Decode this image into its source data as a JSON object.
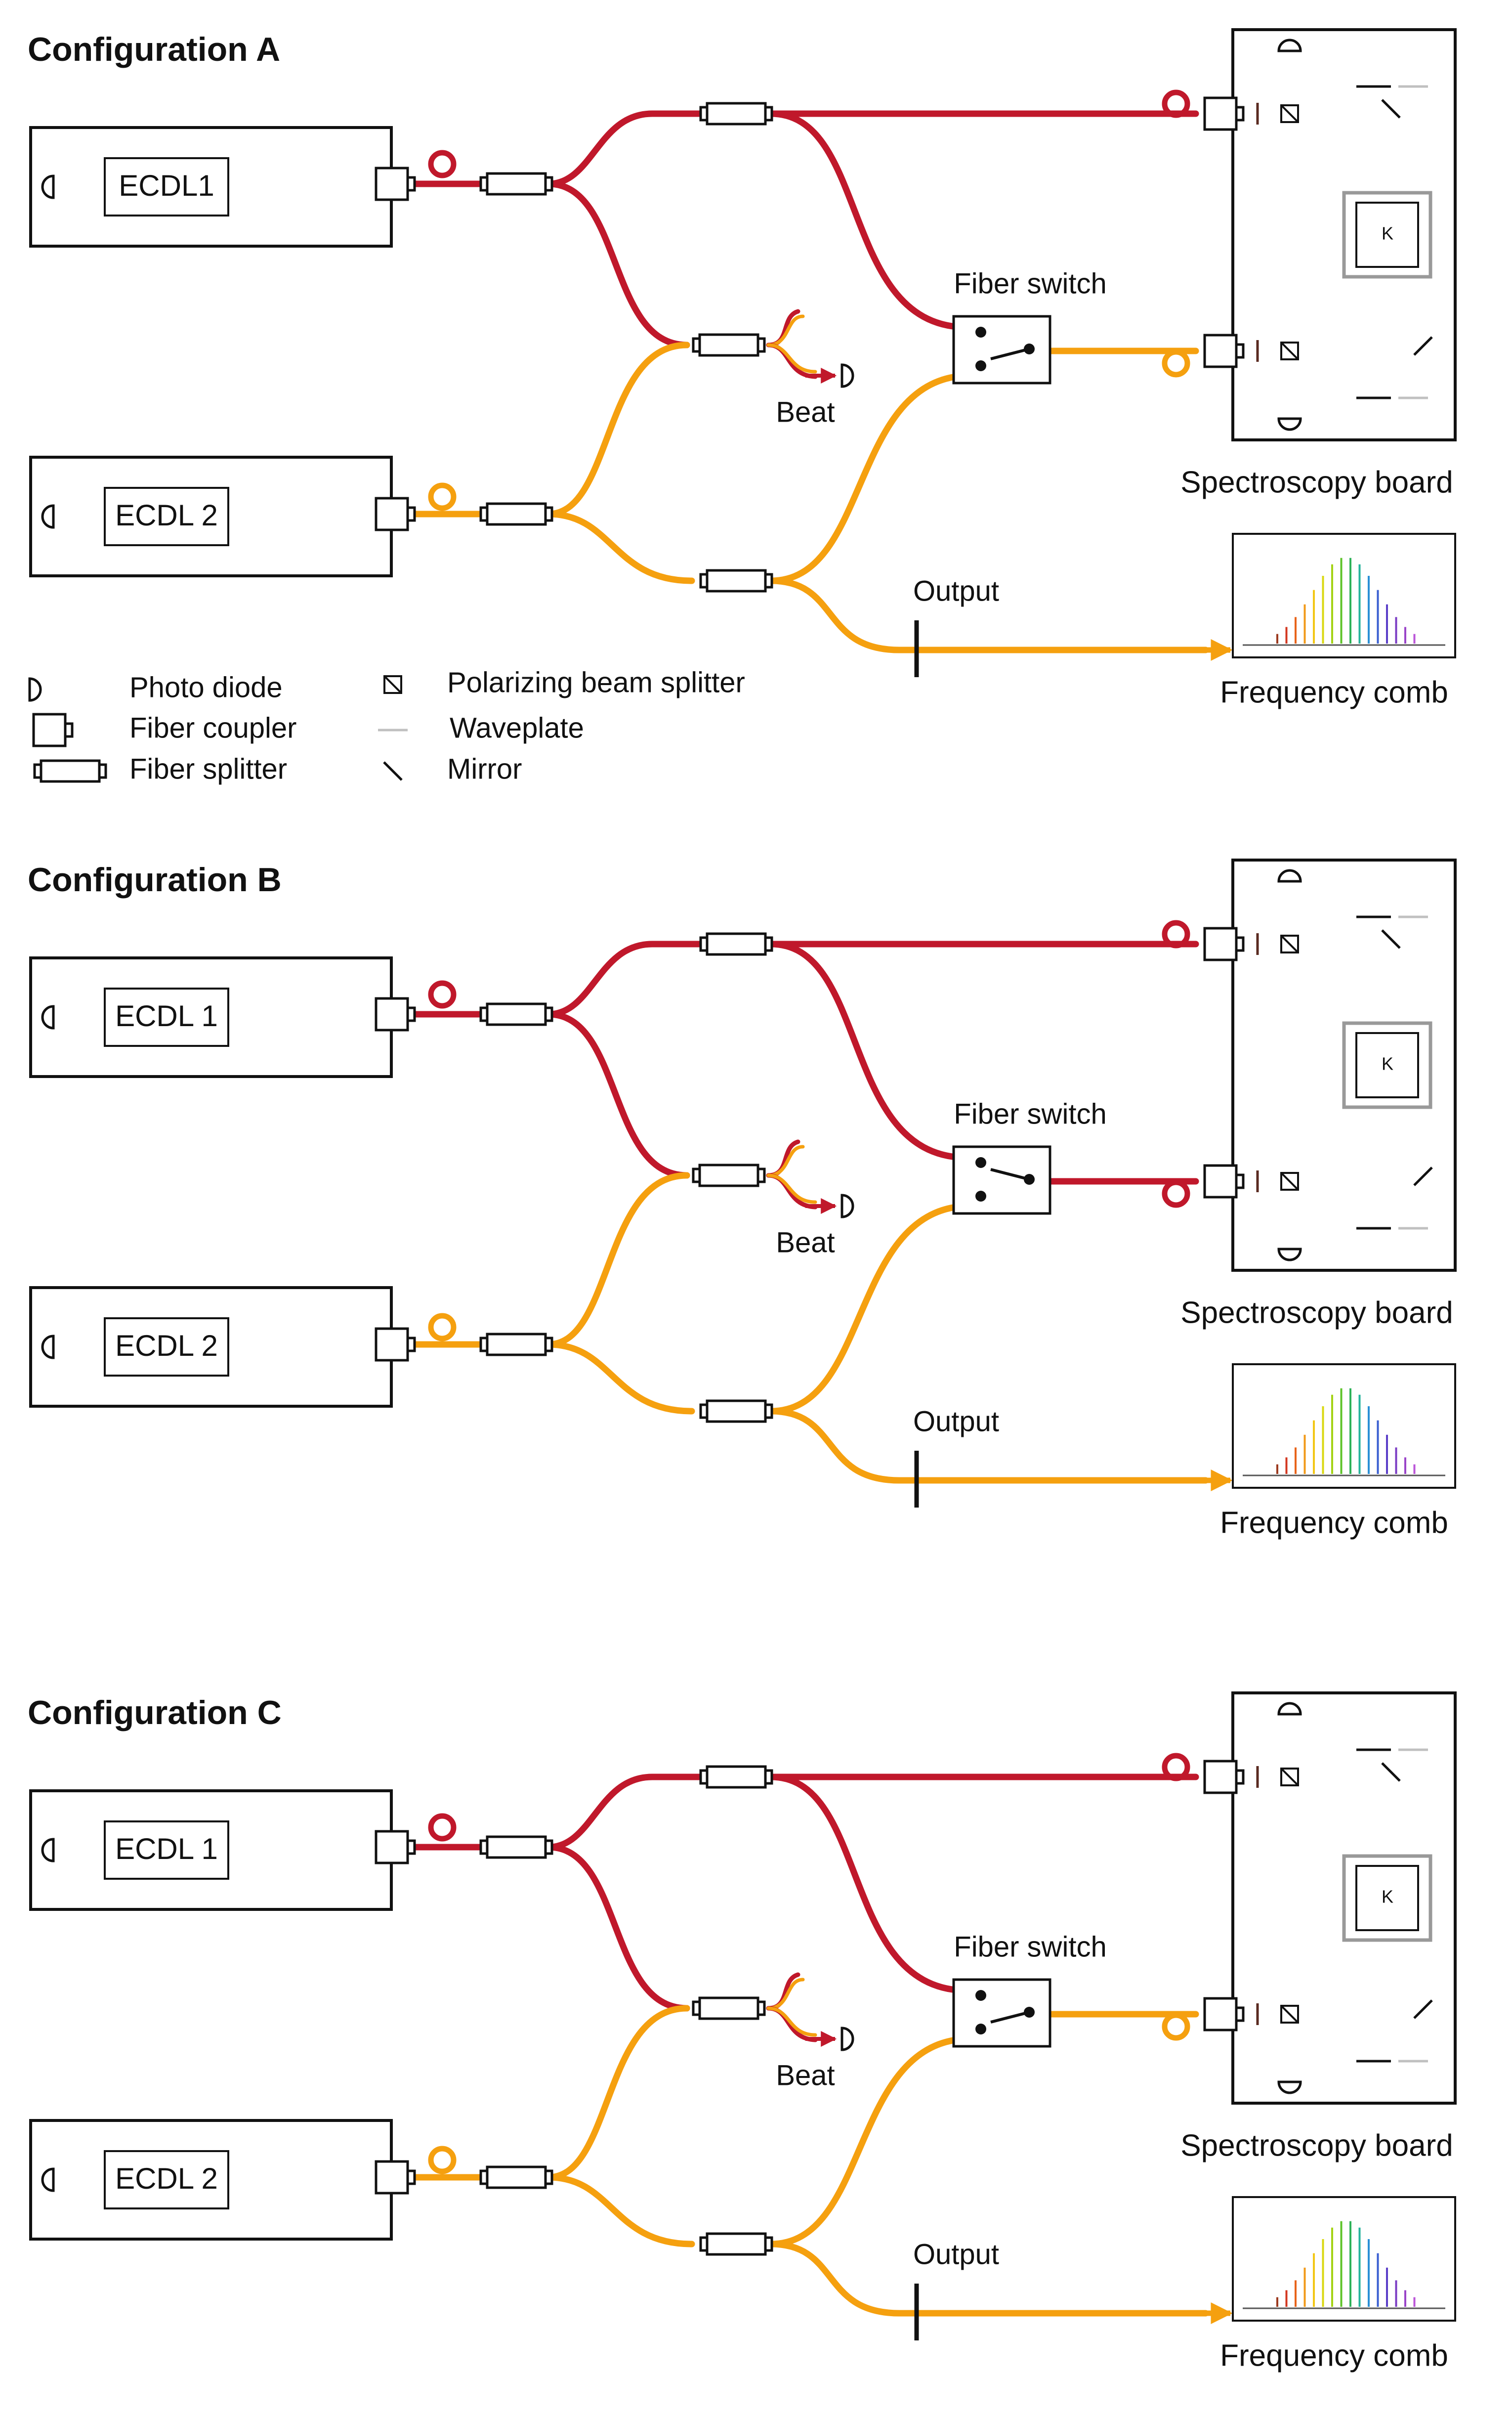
{
  "colors": {
    "ecdl1": "#c0182b",
    "ecdl2": "#f5a00f",
    "gray": "#c0c0c0",
    "outline": "#111111"
  },
  "legend": {
    "photo_diode": "Photo diode",
    "fiber_coupler": "Fiber coupler",
    "fiber_splitter": "Fiber splitter",
    "pbs": "Polarizing beam splitter",
    "waveplate": "Waveplate",
    "mirror": "Mirror"
  },
  "comb_colors": [
    "#9c3a1f",
    "#d3361f",
    "#e8641b",
    "#f19a1a",
    "#f2c716",
    "#d9d812",
    "#a4d316",
    "#5ec32a",
    "#2fb159",
    "#27b39c",
    "#2a90d6",
    "#3a5fd1",
    "#5b3fc8",
    "#7b3cc4",
    "#9a44c9",
    "#bb55d8"
  ],
  "configs": [
    {
      "title": "Configuration A",
      "ecdl1_label": "ECDL1",
      "ecdl2_label": "ECDL 2",
      "switch_label": "Fiber switch",
      "beat_label": "Beat",
      "output_label": "Output",
      "board_label": "Spectroscopy board",
      "comb_label": "Frequency comb",
      "cell_label": "K",
      "switch_state": "lower",
      "upper_beam": "red",
      "lower_beam": "orange"
    },
    {
      "title": "Configuration B",
      "ecdl1_label": "ECDL 1",
      "ecdl2_label": "ECDL 2",
      "switch_label": "Fiber switch",
      "beat_label": "Beat",
      "output_label": "Output",
      "board_label": "Spectroscopy board",
      "comb_label": "Frequency comb",
      "cell_label": "K",
      "switch_state": "upper",
      "upper_beam": "gray",
      "lower_beam": "red"
    },
    {
      "title": "Configuration C",
      "ecdl1_label": "ECDL 1",
      "ecdl2_label": "ECDL 2",
      "switch_label": "Fiber switch",
      "beat_label": "Beat",
      "output_label": "Output",
      "board_label": "Spectroscopy board",
      "comb_label": "Frequency comb",
      "cell_label": "K",
      "switch_state": "lower",
      "upper_beam": "gray",
      "lower_beam": "orange"
    }
  ]
}
